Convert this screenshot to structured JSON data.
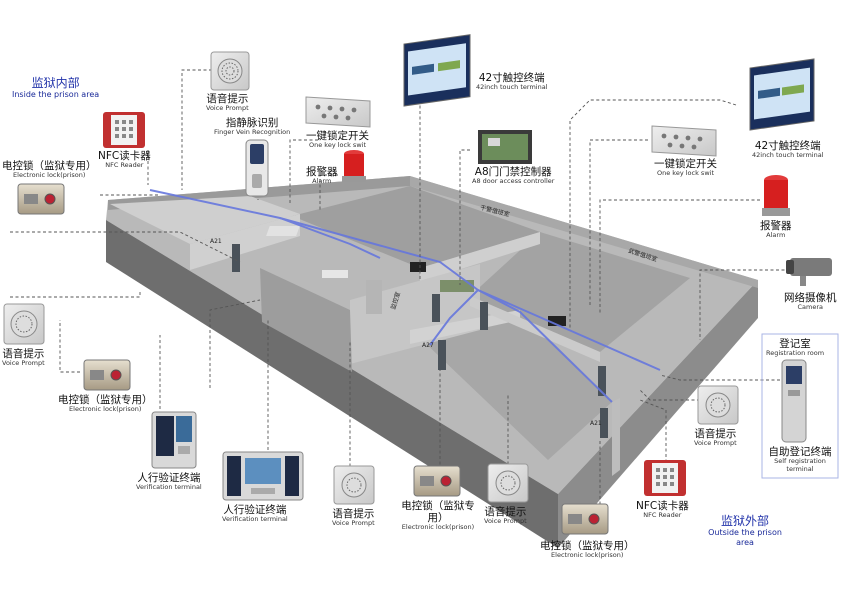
{
  "zones": {
    "inside": {
      "cn": "监狱内部",
      "en": "Inside the prison area"
    },
    "outside": {
      "cn": "监狱外部",
      "en": "Outside the prison area"
    }
  },
  "devices": {
    "voice_top": {
      "cn": "语音提示",
      "en": "Voice Prompt",
      "icon": "speaker-icon"
    },
    "finger_vein": {
      "cn": "指静脉识别",
      "en": "Finger Vein Recognition",
      "icon": "finger-vein-reader-icon"
    },
    "touch_42_top": {
      "cn": "42寸触控终端",
      "en": "42inch touch terminal",
      "icon": "touch-screen-icon"
    },
    "nfc_left": {
      "cn": "NFC读卡器",
      "en": "NFC Reader",
      "icon": "nfc-reader-icon"
    },
    "key_lock_top": {
      "cn": "一键锁定开关",
      "en": "One key lock  swit",
      "icon": "lock-panel-icon"
    },
    "access_controller": {
      "cn": "A8门门禁控制器",
      "en": "A8 door access controller",
      "icon": "access-controller-icon"
    },
    "alarm_left": {
      "cn": "报警器",
      "en": "Alarm",
      "icon": "alarm-light-icon"
    },
    "elock_left": {
      "cn": "电控锁（监狱专用）",
      "en": "Electronic lock(prison)",
      "icon": "electronic-lock-icon"
    },
    "touch_42_right": {
      "cn": "42寸触控终端",
      "en": "42inch touch terminal",
      "icon": "touch-screen-icon"
    },
    "key_lock_right": {
      "cn": "一键锁定开关",
      "en": "One key lock  swit",
      "icon": "lock-panel-icon"
    },
    "alarm_right": {
      "cn": "报警器",
      "en": "Alarm",
      "icon": "alarm-light-icon"
    },
    "camera": {
      "cn": "网络摄像机",
      "en": "Camera",
      "icon": "camera-icon"
    },
    "registration_room": {
      "cn": "登记室",
      "en": "Registration room"
    },
    "self_reg": {
      "cn": "自助登记终端",
      "en": "Self registration terminal",
      "icon": "kiosk-icon"
    },
    "voice_left": {
      "cn": "语音提示",
      "en": "Voice Prompt",
      "icon": "speaker-icon"
    },
    "elock_mid_left": {
      "cn": "电控锁（监狱专用）",
      "en": "Electronic lock(prison)",
      "icon": "electronic-lock-icon"
    },
    "verify_small": {
      "cn": "人行验证终端",
      "en": "Verification terminal",
      "icon": "verification-terminal-icon"
    },
    "verify_large": {
      "cn": "人行验证终端",
      "en": "Verification terminal",
      "icon": "verification-terminal-icon"
    },
    "voice_bottom_1": {
      "cn": "语音提示",
      "en": "Voice Prompt",
      "icon": "speaker-icon"
    },
    "elock_bottom": {
      "cn": "电控锁（监狱专用）",
      "en": "Electronic lock(prison)",
      "icon": "electronic-lock-icon"
    },
    "voice_bottom_2": {
      "cn": "语音提示",
      "en": "Voice Prompt",
      "icon": "speaker-icon"
    },
    "elock_bottom_right": {
      "cn": "电控锁（监狱专用）",
      "en": "Electronic lock(prison)",
      "icon": "electronic-lock-icon"
    },
    "nfc_right": {
      "cn": "NFC读卡器",
      "en": "NFC Reader",
      "icon": "nfc-reader-icon"
    },
    "voice_right": {
      "cn": "语音提示",
      "en": "Voice Prompt",
      "icon": "speaker-icon"
    }
  },
  "rooms": {
    "room_a": "干警值班室",
    "room_b": "武警值班室",
    "room_c": "监控室"
  },
  "doors": {
    "d1": "A21",
    "d2": "A27",
    "d3": "A21"
  },
  "colors": {
    "zone_text": "#2233aa",
    "wiring": "#6677dd",
    "wall": "#8a8a8a",
    "floor": "#b4b4b4",
    "leader": "#555555"
  }
}
